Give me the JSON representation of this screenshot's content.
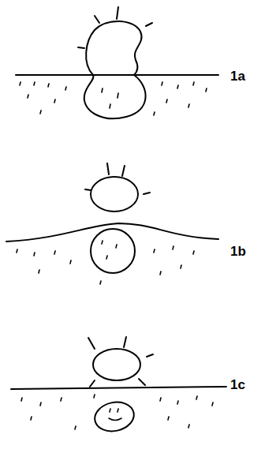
{
  "diagram": {
    "labels": [
      "1a",
      "1b",
      "1c"
    ]
  }
}
